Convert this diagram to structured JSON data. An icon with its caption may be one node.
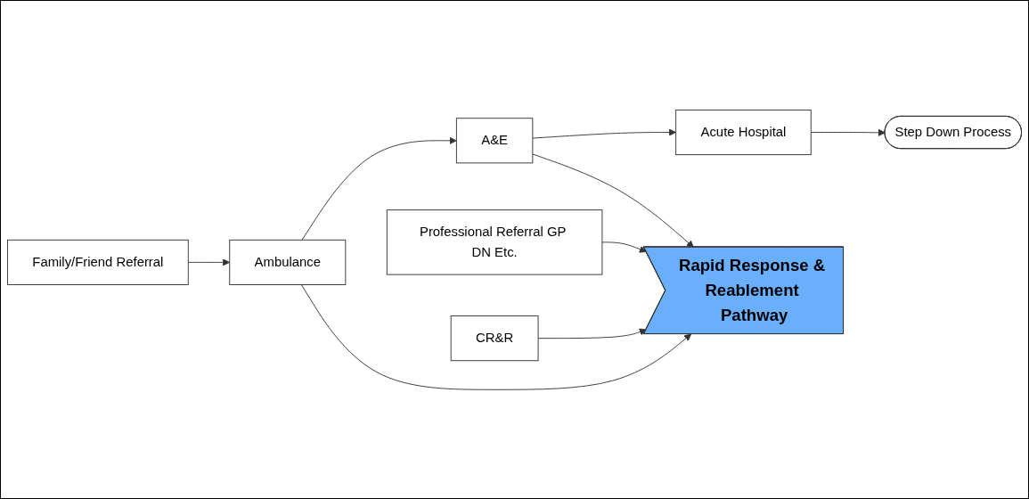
{
  "diagram": {
    "nodes": [
      {
        "text": [
          "Family/Friend Referral"
        ]
      },
      {
        "text": [
          "Ambulance"
        ]
      },
      {
        "text": [
          "A&E"
        ]
      },
      {
        "text": [
          "Acute Hospital"
        ]
      },
      {
        "text": [
          "Step Down Process"
        ]
      },
      {
        "text": [
          "Professional Referral GP DN Etc."
        ]
      },
      {
        "text": [
          "CR&R"
        ]
      },
      {
        "text": [
          "Rapid Response & Reablement Pathway"
        ]
      }
    ],
    "edges": [
      {
        "from": 0,
        "to": 1,
        "arrow": "to"
      },
      {
        "from": 1,
        "to": 2,
        "arrow": "to"
      },
      {
        "from": 2,
        "to": 3,
        "arrow": "to"
      },
      {
        "from": 3,
        "to": 4,
        "arrow": "to"
      },
      {
        "from": 1,
        "to": 7,
        "arrow": "to"
      },
      {
        "from": 2,
        "to": 7,
        "arrow": "to"
      },
      {
        "from": 5,
        "to": 7,
        "arrow": "to"
      },
      {
        "from": 6,
        "to": 7,
        "arrow": "to"
      }
    ]
  }
}
